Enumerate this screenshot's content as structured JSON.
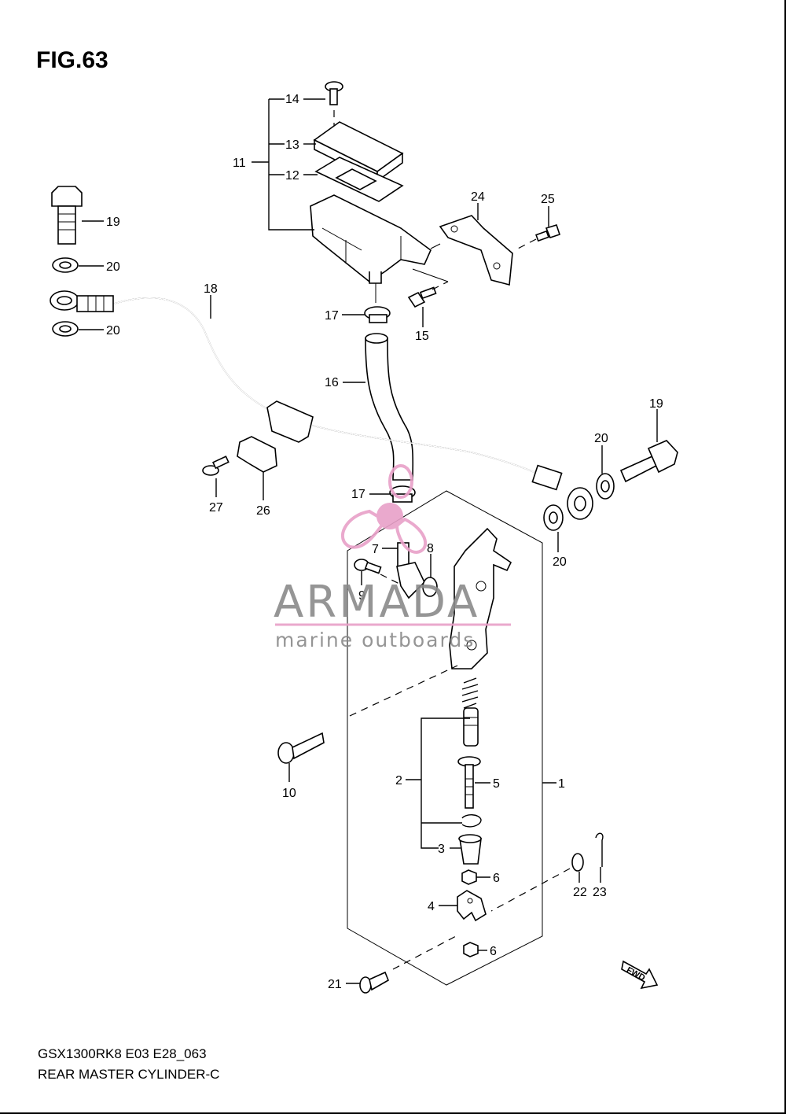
{
  "figure": {
    "title": "FIG.63"
  },
  "footer": {
    "model_code": "GSX1300RK8 E03 E28_063",
    "diagram_name": "REAR MASTER CYLINDER-C"
  },
  "watermark": {
    "brand": "ARMADA",
    "tagline": "marine outboards",
    "accent_color": "#e8a0c8"
  },
  "fwd_label": "FWD",
  "callouts": {
    "c1": "1",
    "c2": "2",
    "c3": "3",
    "c4": "4",
    "c5": "5",
    "c6a": "6",
    "c6b": "6",
    "c7": "7",
    "c8": "8",
    "c9": "9",
    "c10": "10",
    "c11": "11",
    "c12": "12",
    "c13": "13",
    "c14": "14",
    "c15": "15",
    "c16": "16",
    "c17a": "17",
    "c17b": "17",
    "c18": "18",
    "c19a": "19",
    "c19b": "19",
    "c20a": "20",
    "c20b": "20",
    "c20c": "20",
    "c20d": "20",
    "c21": "21",
    "c22": "22",
    "c23": "23",
    "c24": "24",
    "c25": "25",
    "c26": "26",
    "c27": "27"
  }
}
